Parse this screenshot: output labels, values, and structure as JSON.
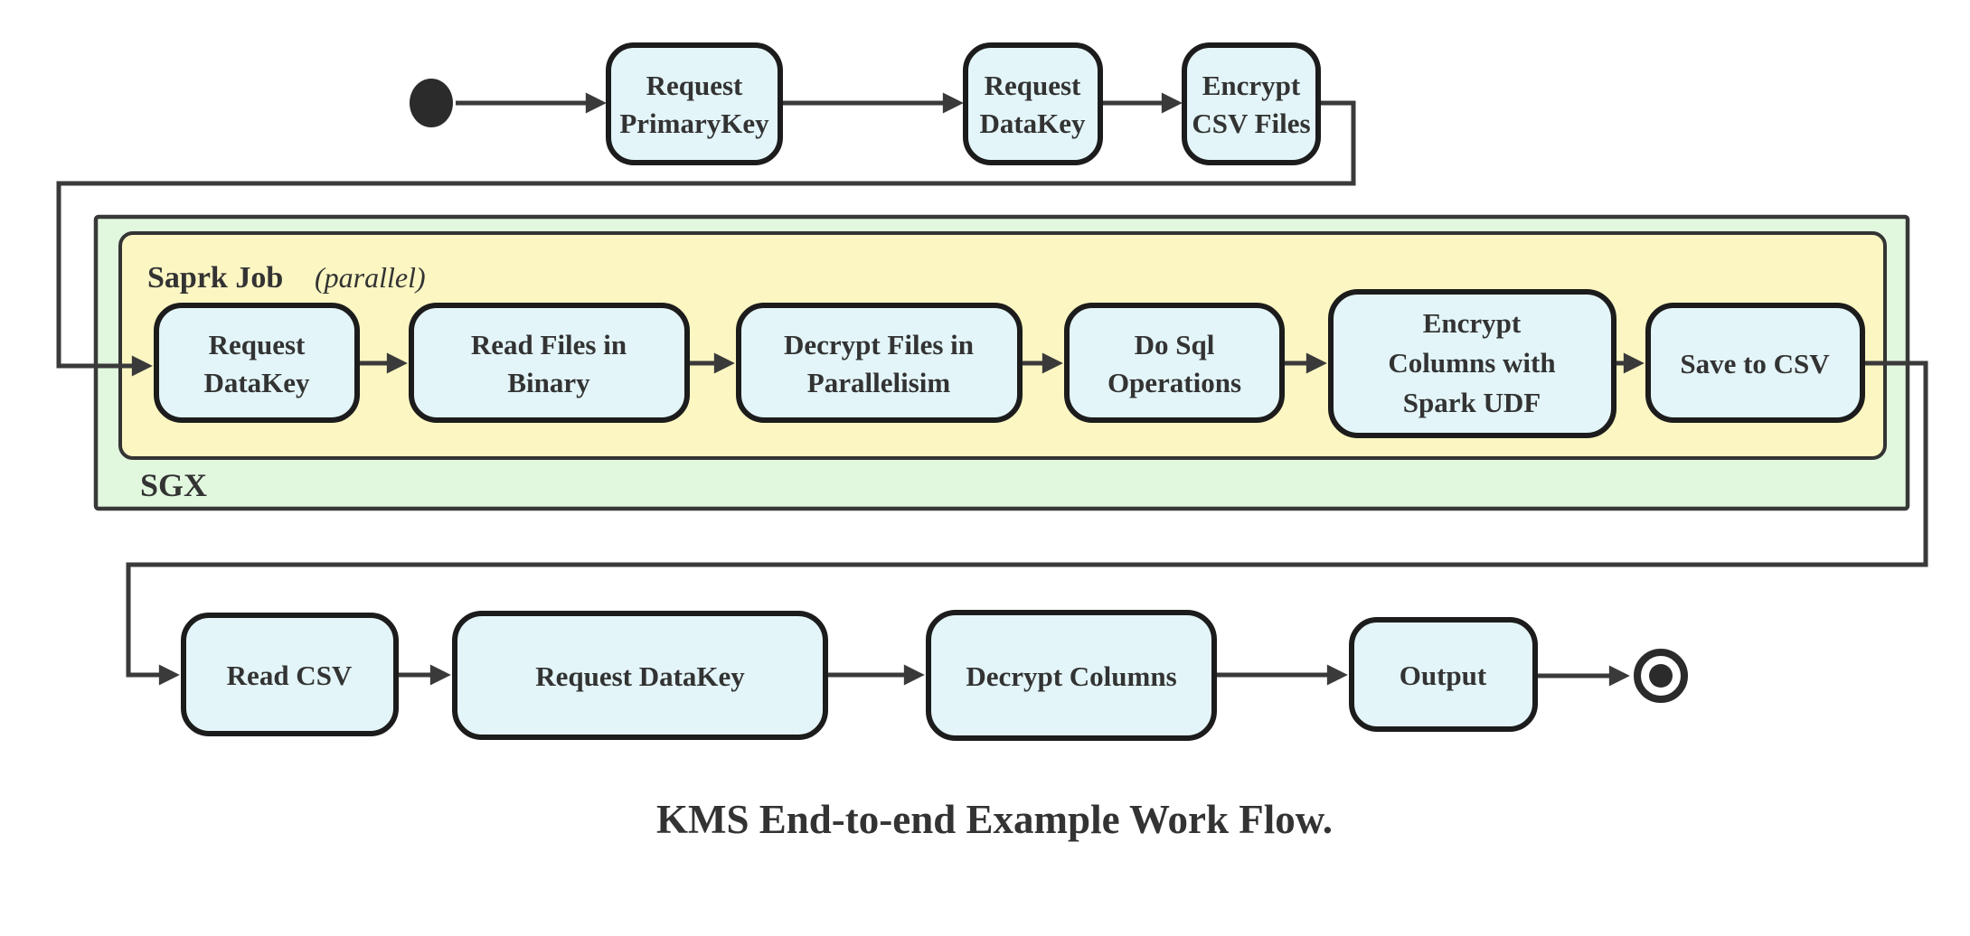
{
  "caption": "KMS End-to-end Example Work Flow.",
  "colors": {
    "node_fill": "#E3F5F8",
    "sgx_fill": "#E1F7DE",
    "spark_fill": "#FCF6C2",
    "line_dark": "#3a3a3a",
    "marker_dark": "#2b2b2b",
    "text": "#333333"
  },
  "groups": {
    "sgx": {
      "label": "SGX"
    },
    "spark": {
      "label": "Saprk Job",
      "annotation": "(parallel)"
    }
  },
  "nodes": {
    "request_primarykey": {
      "line1": "Request",
      "line2": "PrimaryKey"
    },
    "request_datakey_top": {
      "line1": "Request",
      "line2": "DataKey"
    },
    "encrypt_csv_files": {
      "line1": "Encrypt",
      "line2": "CSV Files"
    },
    "request_datakey_sgx": {
      "line1": "Request",
      "line2": "DataKey"
    },
    "read_files_in_binary": {
      "line1": "Read Files in",
      "line2": "Binary"
    },
    "decrypt_files_in_parallelisim": {
      "line1": "Decrypt Files in",
      "line2": "Parallelisim"
    },
    "do_sql_operations": {
      "line1": "Do Sql",
      "line2": "Operations"
    },
    "encrypt_columns_with_spark_udf": {
      "line1": "Encrypt",
      "line2": "Columns with",
      "line3": "Spark UDF"
    },
    "save_to_csv": {
      "line1": "Save to CSV"
    },
    "read_csv": {
      "line1": "Read CSV"
    },
    "request_datakey_bottom": {
      "line1": "Request DataKey"
    },
    "decrypt_columns": {
      "line1": "Decrypt Columns"
    },
    "output": {
      "line1": "Output"
    }
  }
}
